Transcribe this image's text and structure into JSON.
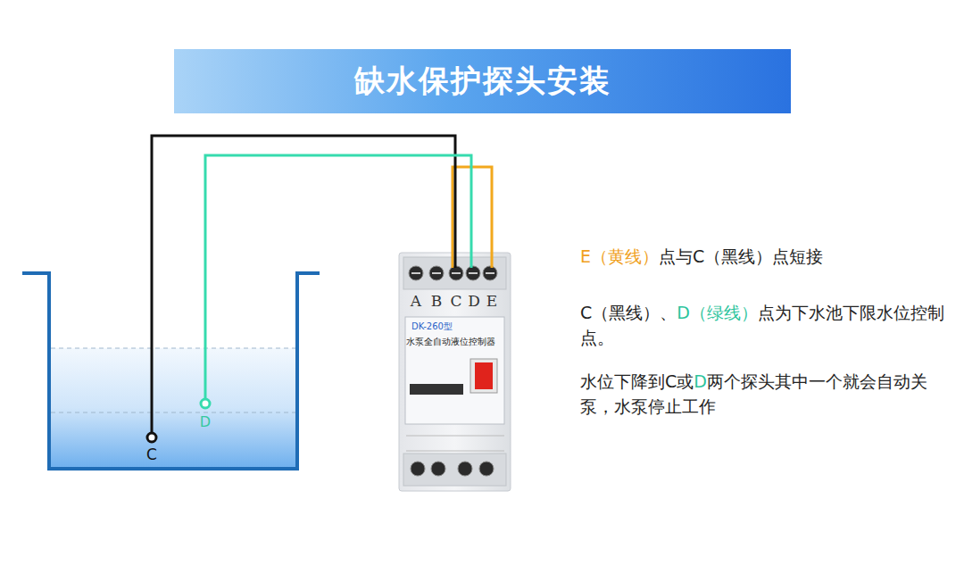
{
  "diagram": {
    "title": "缺水保护探头安装",
    "nodes": [
      {
        "text": [
          "DK-260型",
          "水泵全自动液位控制器"
        ]
      }
    ],
    "labels": [
      "A",
      "B",
      "C",
      "D",
      "E",
      "C",
      "D",
      "E（黄线）",
      "点与C（黑线）点短接",
      "C（黑线）、",
      "D（绿线）",
      "点为下水池下限水位控制点。",
      "水位下降到C或",
      "D",
      "两个探头其中一个就会自动关泵，水泵停止工作"
    ]
  }
}
